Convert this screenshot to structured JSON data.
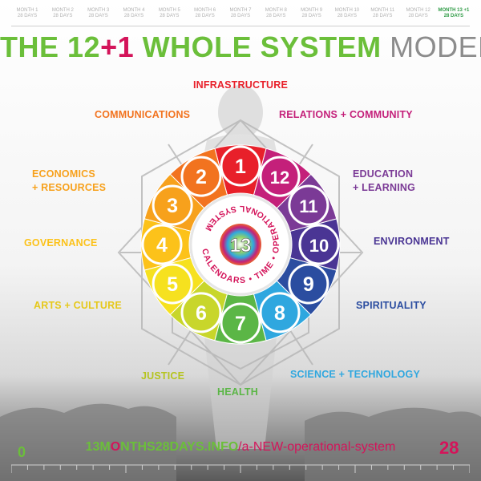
{
  "months": [
    {
      "label": "MONTH 1",
      "days": "28 DAYS"
    },
    {
      "label": "MONTH 2",
      "days": "28 DAYS"
    },
    {
      "label": "MONTH 3",
      "days": "28 DAYS"
    },
    {
      "label": "MONTH 4",
      "days": "28 DAYS"
    },
    {
      "label": "MONTH 5",
      "days": "28 DAYS"
    },
    {
      "label": "MONTH 6",
      "days": "28 DAYS"
    },
    {
      "label": "MONTH 7",
      "days": "28 DAYS"
    },
    {
      "label": "MONTH 8",
      "days": "28 DAYS"
    },
    {
      "label": "MONTH 9",
      "days": "28 DAYS"
    },
    {
      "label": "MONTH 10",
      "days": "28 DAYS"
    },
    {
      "label": "MONTH 11",
      "days": "28 DAYS"
    },
    {
      "label": "MONTH 12",
      "days": "28 DAYS"
    },
    {
      "label": "MONTH 13 +1",
      "days": "28 DAYS"
    }
  ],
  "title": {
    "the": "THE",
    "twelve": "12",
    "plus_one": "+1",
    "whole_system": "WHOLE SYSTEM",
    "model": "MODEL"
  },
  "categories": {
    "infrastructure": "INFRASTRUCTURE",
    "communications": "COMMUNICATIONS",
    "relations": "RELATIONS + COMMUNITY",
    "economics_1": "ECONOMICS",
    "economics_2": "+ RESOURCES",
    "education_1": "EDUCATION",
    "education_2": "+ LEARNING",
    "governance": "GOVERNANCE",
    "environment": "ENVIRONMENT",
    "arts": "ARTS + CULTURE",
    "spirituality": "SPIRITUALITY",
    "justice": "JUSTICE",
    "science": "SCIENCE + TECHNOLOGY",
    "health": "HEALTH"
  },
  "wheel": {
    "numbers": [
      "1",
      "2",
      "3",
      "4",
      "5",
      "6",
      "7",
      "8",
      "9",
      "10",
      "11",
      "12"
    ],
    "colors": [
      "#e8202a",
      "#f2731f",
      "#f7a11c",
      "#fcc21a",
      "#f6e11f",
      "#c8d62b",
      "#5bb646",
      "#2fa7df",
      "#2b4da0",
      "#4a3594",
      "#7b3a96",
      "#c4207a"
    ],
    "center_number": "13",
    "ring_text": "CALENDARS • TIME • OPERATIONAL SYSTEM"
  },
  "footer": {
    "site_a": "13M",
    "site_b": "O",
    "site_c": "NTHS28DAYS.INFO",
    "path": "/a-NEW-operational-system",
    "start": "0",
    "end": "28"
  }
}
